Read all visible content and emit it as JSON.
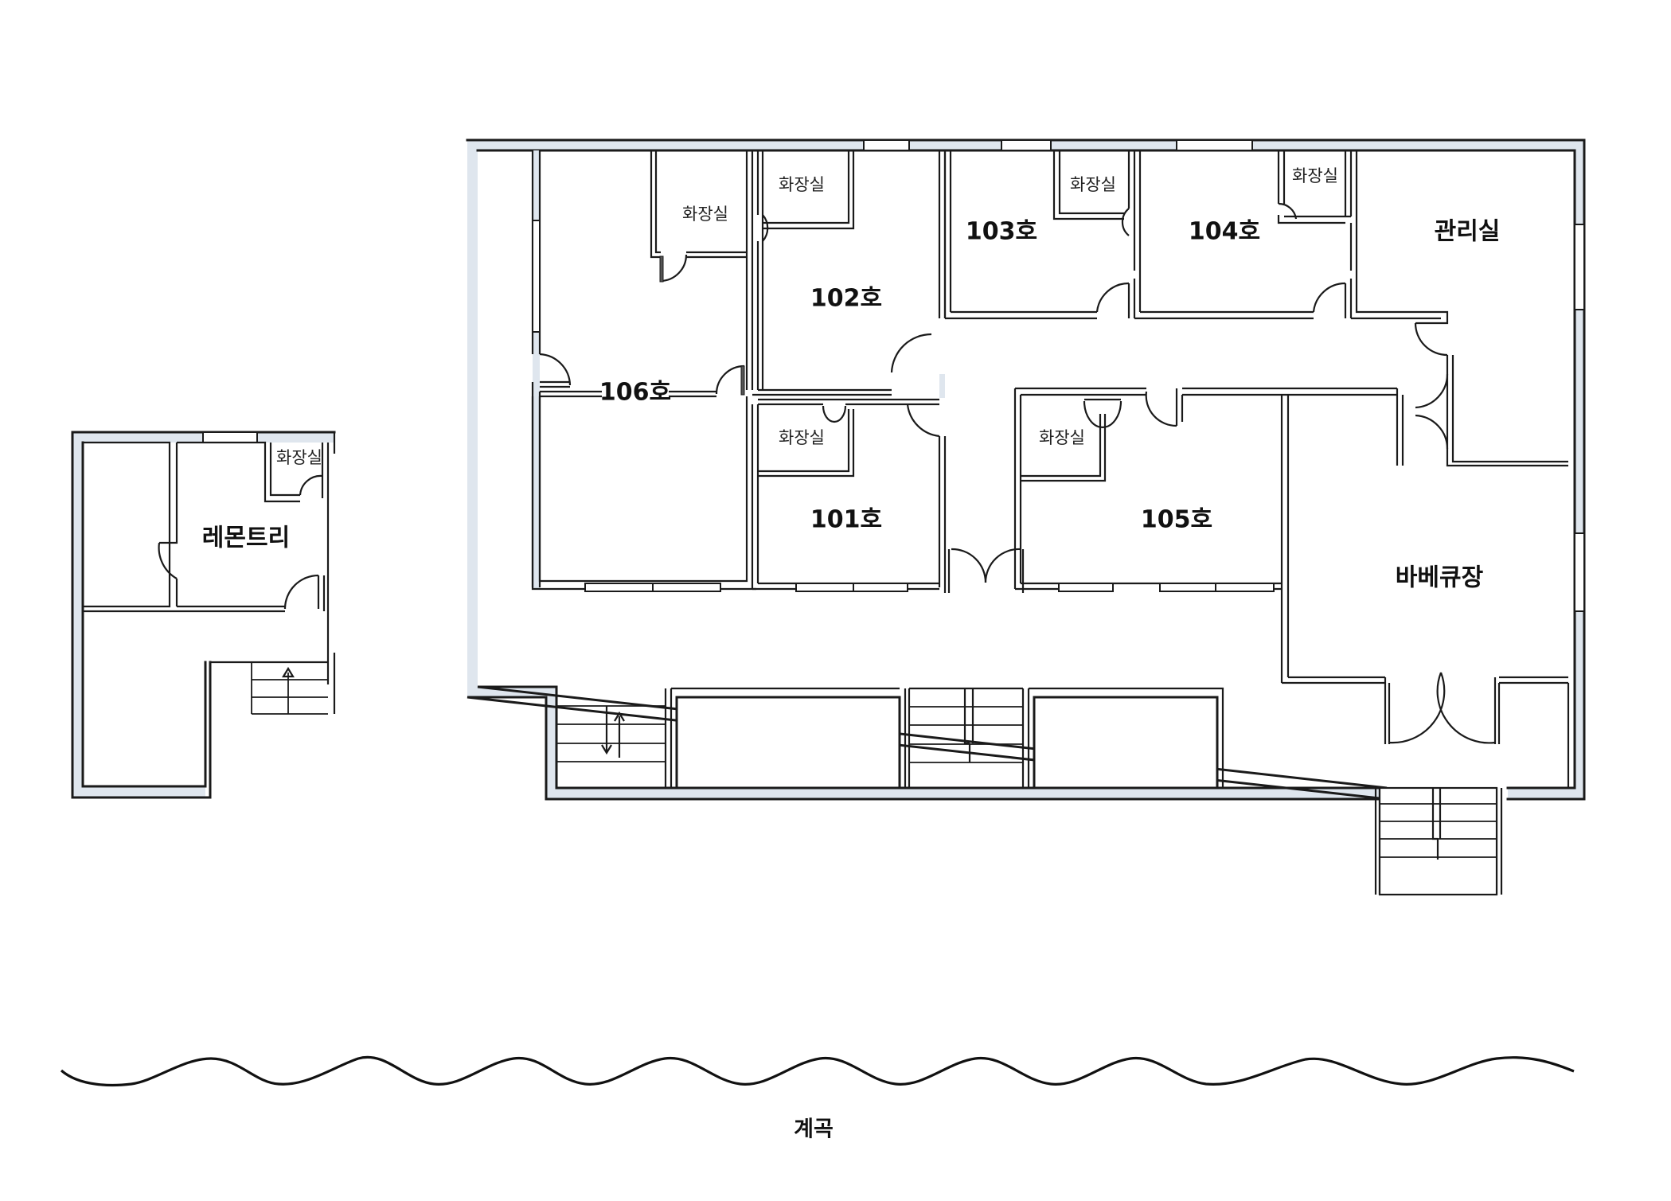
{
  "diagram": {
    "type": "floor-plan",
    "colors": {
      "wall_line": "#1a1a1a",
      "wall_fill": "#dfe6ee",
      "background": "#ffffff"
    }
  },
  "main_building": {
    "rooms": {
      "room_101": "101호",
      "room_102": "102호",
      "room_103": "103호",
      "room_104": "104호",
      "room_105": "105호",
      "room_106": "106호",
      "office": "관리실",
      "bbq": "바베큐장"
    },
    "bathrooms": {
      "bath_106": "화장실",
      "bath_102": "화장실",
      "bath_103": "화장실",
      "bath_104": "화장실",
      "bath_101": "화장실",
      "bath_105": "화장실"
    }
  },
  "annex_building": {
    "name": "레몬트리",
    "bathroom": "화장실"
  },
  "landmarks": {
    "stream_label": "계곡"
  }
}
